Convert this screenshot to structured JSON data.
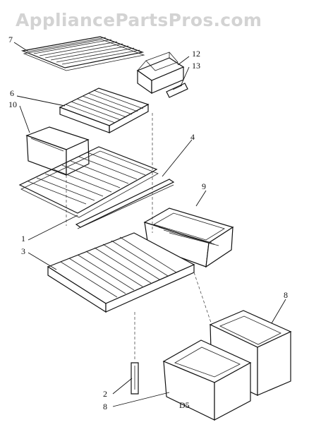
{
  "watermark": "AppliancePartsPros.com",
  "diagram_code": "D5",
  "callouts": {
    "c7": "7",
    "c12": "12",
    "c13": "13",
    "c6": "6",
    "c10": "10",
    "c4": "4",
    "c9": "9",
    "c1": "1",
    "c3": "3",
    "c8a": "8",
    "c2": "2",
    "c8b": "8"
  }
}
